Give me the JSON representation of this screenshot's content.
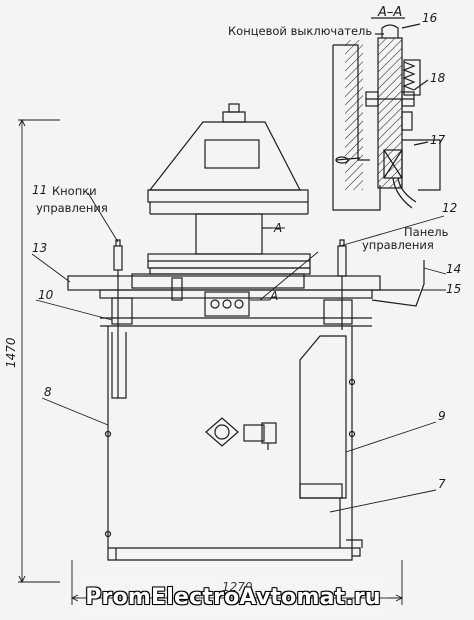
{
  "section_view": {
    "title": "А–А",
    "limit_switch_label": "Концевой выключатель"
  },
  "callouts": {
    "n16": "16",
    "n18": "18",
    "n17": "17",
    "n12": "12",
    "n11": "11",
    "n13": "13",
    "n10": "10",
    "n8": "8",
    "n9": "9",
    "n7": "7",
    "n14": "14",
    "n15": "15"
  },
  "labels": {
    "control_buttons_line1": "Кнопки",
    "control_buttons_line2": "управления",
    "control_panel_line1": "Панель",
    "control_panel_line2": "управления",
    "section_marker_top": "А",
    "section_marker_bottom": "А"
  },
  "dimensions": {
    "height": "1470",
    "width": "1270"
  },
  "watermark": "PromElectroAvtomat.ru",
  "colors": {
    "ink": "#1c1c1c",
    "paper": "#f4f4f2"
  }
}
